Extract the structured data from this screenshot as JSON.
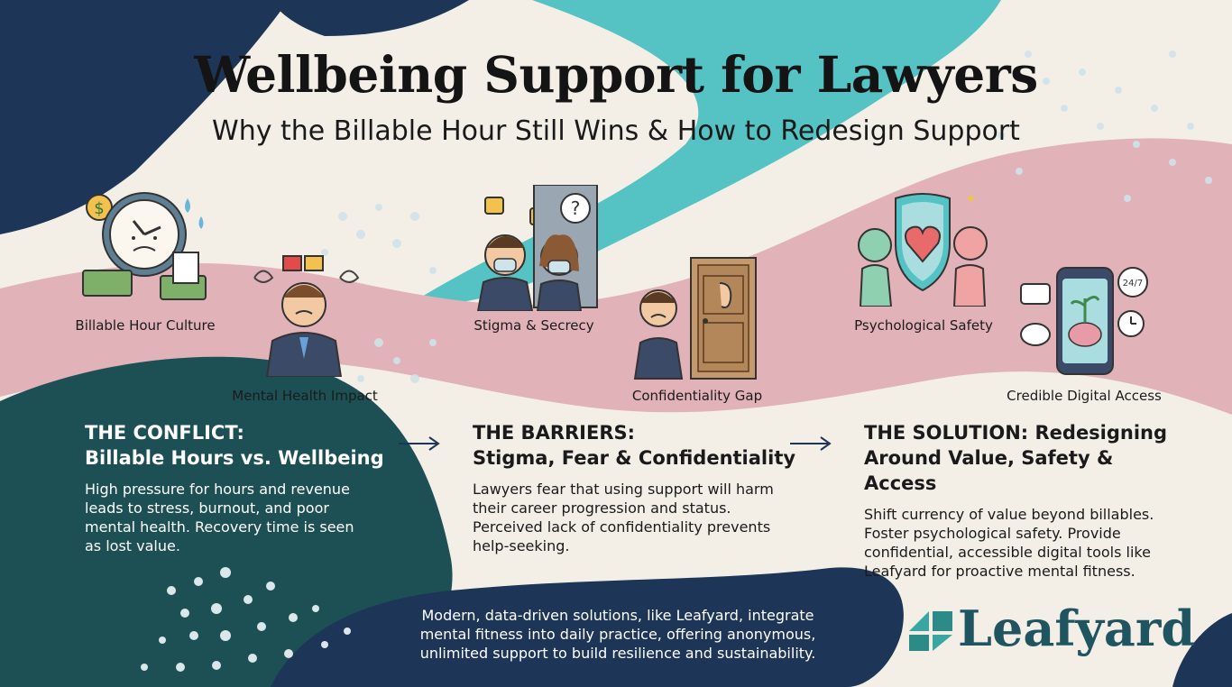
{
  "header": {
    "title": "Wellbeing Support for Lawyers",
    "subtitle": "Why the Billable Hour Still Wins & How to Redesign Support"
  },
  "illustrations": [
    {
      "label": "Billable Hour Culture",
      "icon": "clock-money-icon"
    },
    {
      "label": "Mental Health Impact",
      "icon": "stressed-lawyer-icon"
    },
    {
      "label": "Stigma & Secrecy",
      "icon": "masked-colleagues-icon"
    },
    {
      "label": "Confidentiality Gap",
      "icon": "door-ear-icon"
    },
    {
      "label": "Psychological Safety",
      "icon": "shield-heart-icon"
    },
    {
      "label": "Credible Digital Access",
      "icon": "phone-brain-icon"
    }
  ],
  "sections": [
    {
      "heading_1": "THE CONFLICT:",
      "heading_2": "Billable Hours vs. Wellbeing",
      "body": [
        "High pressure for hours and revenue",
        "leads to stress, burnout, and poor",
        "mental health. Recovery time is seen",
        "as lost value."
      ]
    },
    {
      "heading_1": "THE BARRIERS:",
      "heading_2": "Stigma, Fear & Confidentiality",
      "body": [
        "Lawyers fear that using support will harm",
        "their career progression and status.",
        "Perceived lack of confidentiality prevents",
        "help-seeking."
      ]
    },
    {
      "heading_1": "THE SOLUTION: Redesigning",
      "heading_2": "Around Value, Safety & Access",
      "body": [
        "Shift currency of value beyond billables.",
        "Foster psychological safety. Provide",
        "confidential, accessible digital tools like",
        "Leafyard for proactive mental fitness."
      ]
    }
  ],
  "footer": {
    "lines": [
      "Modern, data-driven solutions, like Leafyard, integrate",
      "mental fitness into daily practice, offering anonymous,",
      "unlimited support to build resilience and sustainability."
    ]
  },
  "brand": {
    "name": "Leafyard",
    "icon": "leaf-logo-icon"
  },
  "colors": {
    "navy": "#1d3556",
    "teal": "#55c3c4",
    "pink": "#e1b2b7",
    "dark_green": "#1c5055",
    "cream": "#f3efe6",
    "logo": "#1f5560"
  }
}
